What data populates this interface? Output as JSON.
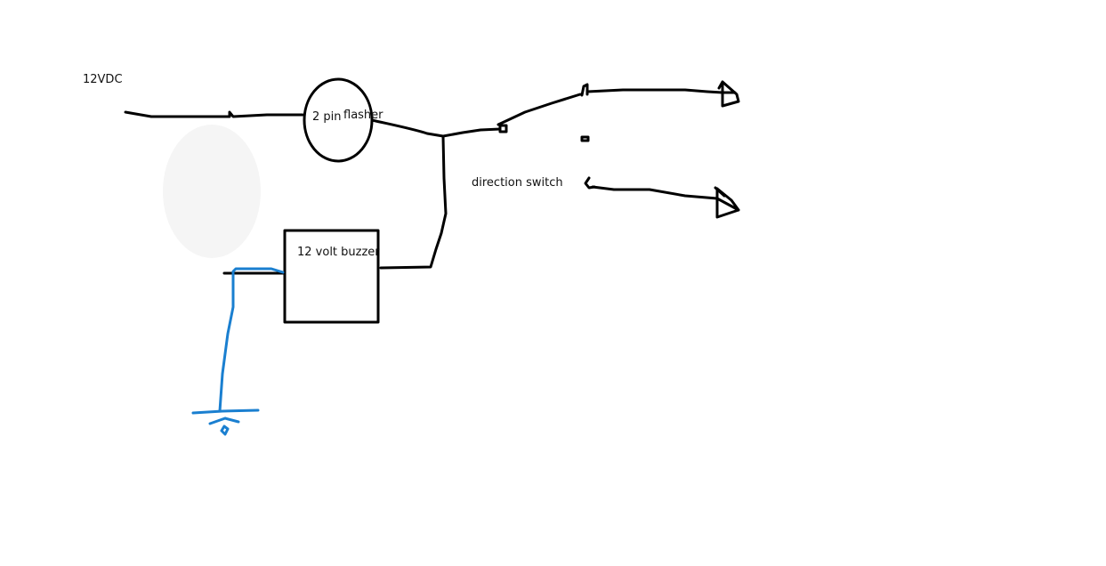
{
  "labels": {
    "supply": "12VDC",
    "flasher_part1": "2 pin",
    "flasher_part2": "flasher",
    "switch": "direction switch",
    "buzzer": "12 volt buzzer"
  },
  "colors": {
    "wire": "#000000",
    "ground_wire": "#1a7fd0",
    "smudge": "#f5f5f5"
  }
}
